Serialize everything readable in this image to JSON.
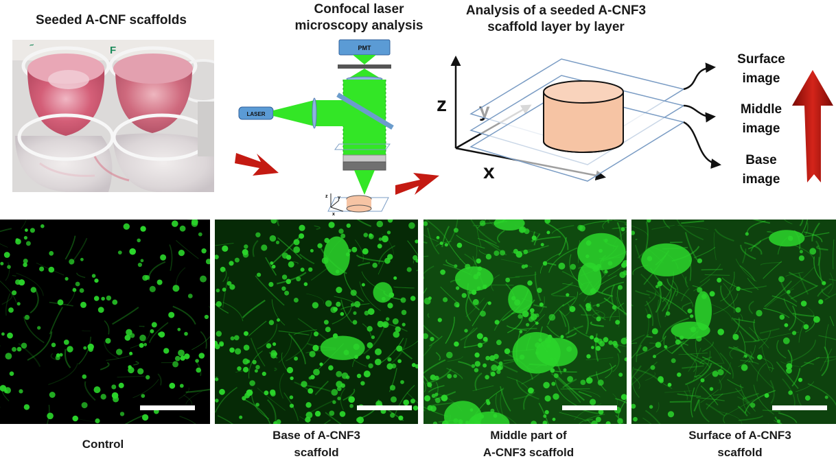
{
  "top": {
    "photo_title": "Seeded A-CNF scaffolds",
    "confocal_title_1": "Confocal laser",
    "confocal_title_2": "microscopy analysis",
    "analysis_title_1": "Analysis of a seeded A-CNF3",
    "analysis_title_2": "scaffold layer by layer",
    "well_letter": "F",
    "pmt_label": "PMT",
    "laser_label": "LASER",
    "axes": {
      "z": "z",
      "y": "y",
      "x": "x"
    },
    "layers": {
      "surface_1": "Surface",
      "surface_2": "image",
      "middle_1": "Middle",
      "middle_2": "image",
      "base_1": "Base",
      "base_2": "image"
    }
  },
  "panels": [
    {
      "caption_1": "Control",
      "caption_2": ""
    },
    {
      "caption_1": "Base of A-CNF3",
      "caption_2": "scaffold"
    },
    {
      "caption_1": "Middle part of",
      "caption_2": "A-CNF3 scaffold"
    },
    {
      "caption_1": "Surface of A-CNF3",
      "caption_2": "scaffold"
    }
  ],
  "colors": {
    "laser_green": "#33e626",
    "arrow_red": "#c41a12",
    "cell_green": "#2bd62b",
    "plane_blue": "#7a9cc4",
    "cylinder": "#f6c4a4"
  }
}
